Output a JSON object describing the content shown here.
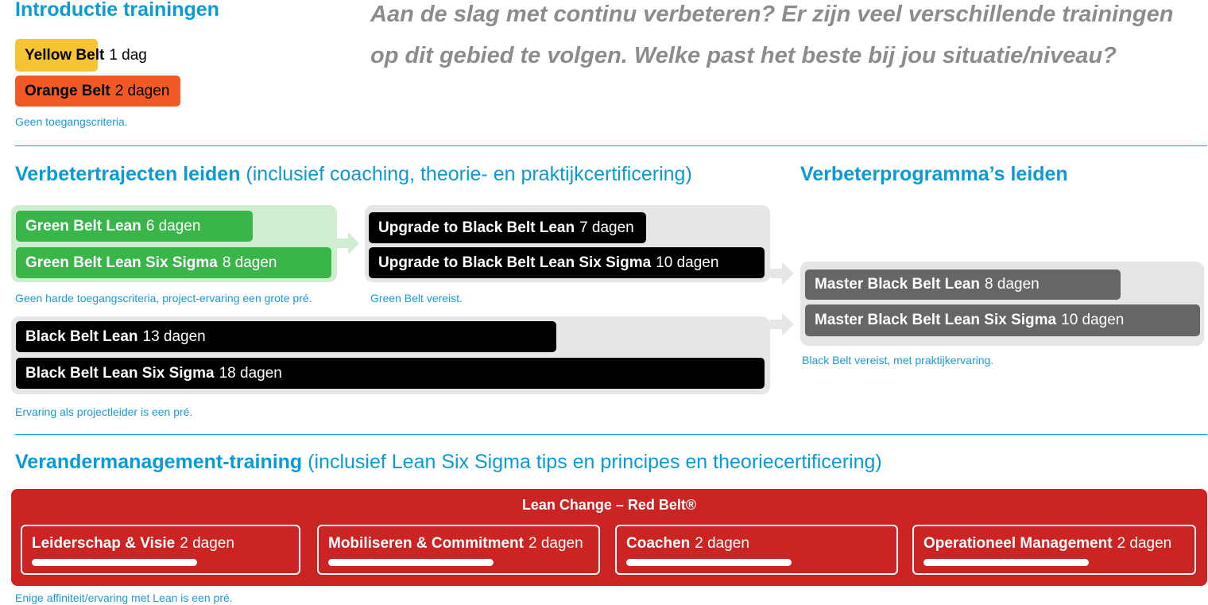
{
  "intro": {
    "heading": "Introductie trainingen",
    "yellow": {
      "name": "Yellow Belt",
      "duration": "1 dag",
      "color": "#f6c334"
    },
    "orange": {
      "name": "Orange Belt",
      "duration": "2 dagen",
      "color": "#f15a24"
    },
    "note": "Geen toegangscriteria."
  },
  "tagline": {
    "line1": "Aan de slag met continu verbeteren? Er zijn veel verschillende trainingen",
    "line2": "op dit gebied te volgen. Welke past het beste bij jou situatie/niveau?"
  },
  "improve": {
    "heading": "Verbetertrajecten leiden",
    "subheading": "(inclusief coaching, theorie- en praktijkcertificering)",
    "green": [
      {
        "name": "Green Belt Lean",
        "duration": "6 dagen"
      },
      {
        "name": "Green Belt Lean Six Sigma",
        "duration": "8 dagen"
      }
    ],
    "green_note": "Geen harde toegangscriteria, project-ervaring een grote pré.",
    "upgrade": [
      {
        "name": "Upgrade to Black Belt Lean",
        "duration": "7 dagen"
      },
      {
        "name": "Upgrade to Black Belt Lean Six Sigma",
        "duration": "10 dagen"
      }
    ],
    "upgrade_note": "Green Belt vereist.",
    "black": [
      {
        "name": "Black Belt Lean",
        "duration": "13 dagen"
      },
      {
        "name": "Black Belt Lean Six Sigma",
        "duration": "18 dagen"
      }
    ],
    "black_note": "Ervaring als projectleider is een pré."
  },
  "programs": {
    "heading": "Verbeterprogramma’s leiden",
    "master": [
      {
        "name": "Master Black Belt Lean",
        "duration": "8 dagen"
      },
      {
        "name": "Master Black Belt Lean Six Sigma",
        "duration": "10 dagen"
      }
    ],
    "note": "Black Belt vereist, met praktijkervaring."
  },
  "change": {
    "heading": "Verandermanagement-training",
    "subheading": "(inclusief Lean Six Sigma tips en principes en theoriecertificering)",
    "title": "Lean Change – Red Belt®",
    "modules": [
      {
        "name": "Leiderschap & Visie",
        "duration": "2 dagen"
      },
      {
        "name": "Mobiliseren & Commitment",
        "duration": "2 dagen"
      },
      {
        "name": "Coachen",
        "duration": "2 dagen"
      },
      {
        "name": "Operationeel Management",
        "duration": "2 dagen"
      }
    ],
    "note": "Enige affiniteit/ervaring met Lean is een pré."
  },
  "colors": {
    "accent": "#0a9bd6",
    "green": "#39b54a",
    "black": "#000000",
    "master": "#666666",
    "red": "#cc2323"
  }
}
